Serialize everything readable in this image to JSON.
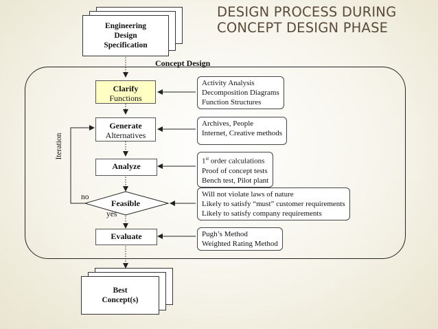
{
  "title": {
    "line1": "DESIGN PROCESS DURING",
    "line2": "CONCEPT DESIGN PHASE"
  },
  "input_doc": {
    "line1": "Engineering",
    "line2": "Design",
    "line3": "Specification"
  },
  "concept_design_label": "Concept Design",
  "steps": {
    "clarify": {
      "title": "Clarify",
      "sub": "Functions"
    },
    "generate": {
      "title": "Generate",
      "sub": "Alternatives"
    },
    "analyze": {
      "title": "Analyze"
    },
    "feasible": {
      "title": "Feasible"
    },
    "evaluate": {
      "title": "Evaluate"
    }
  },
  "labels": {
    "iteration": "Iteration",
    "no": "no",
    "yes": "yes"
  },
  "info": {
    "clarify": [
      "Activity Analysis",
      "Decomposition Diagrams",
      "Function Structures"
    ],
    "generate": [
      "Archives, People",
      "Internet, Creative methods"
    ],
    "analyze": {
      "order_num": "1",
      "order_sup": "st",
      "order_rest": " order calculations",
      "line2": "Proof of concept tests",
      "line3": "Bench test, Pilot plant"
    },
    "feasible": [
      "Will not violate laws of nature",
      "Likely to satisfy “must” customer requirements",
      "Likely to satisfy company requirements"
    ],
    "evaluate": [
      "Pugh’s Method",
      "Weighted Rating Method"
    ]
  },
  "output_doc": {
    "line1": "Best",
    "line2": "Concept(s)"
  },
  "colors": {
    "title": "#5a4a3a",
    "clarify_fill": "#ffffc4"
  }
}
